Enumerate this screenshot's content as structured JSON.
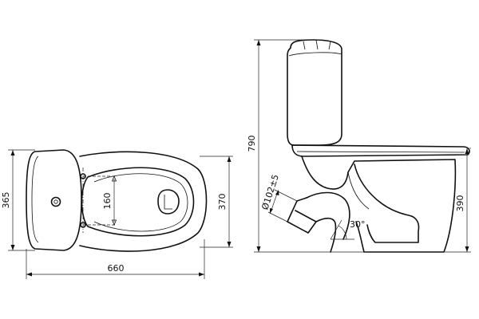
{
  "dimensions": {
    "top_view_width": "660",
    "top_view_depth_left": "365",
    "top_view_depth_right": "370",
    "fixing_hole_spacing": "160",
    "overall_height": "790",
    "bowl_height": "390",
    "outlet_diameter": "Ø102±5",
    "outlet_angle": "30°"
  },
  "colors": {
    "line": "#111111",
    "background": "#ffffff"
  }
}
